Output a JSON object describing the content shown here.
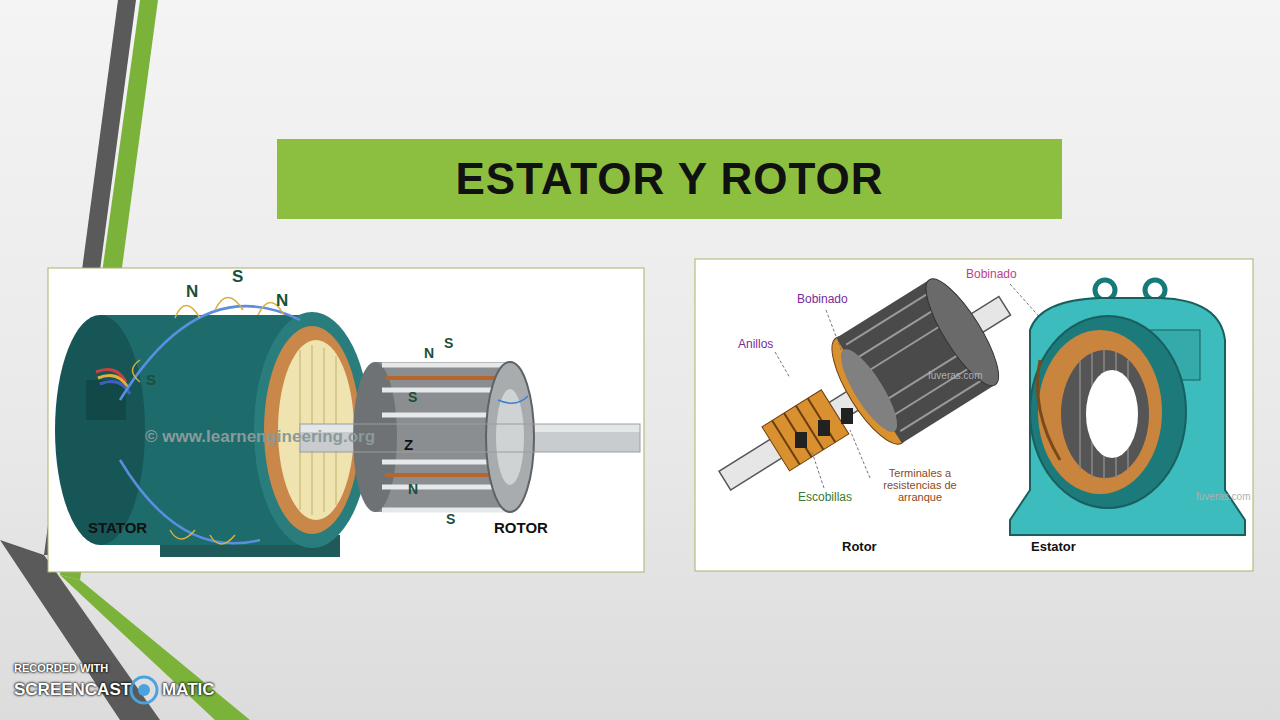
{
  "diagram": {
    "title": "ESTATOR Y ROTOR",
    "labels": [
      "N",
      "S",
      "N",
      "S",
      "STATOR",
      "ROTOR",
      "N",
      "S",
      "S",
      "Z",
      "N",
      "S",
      "© www.learnengineering.org",
      "Bobinado",
      "Anillos",
      "Escobillas",
      "Terminales a resistencias de arranque",
      "Rotor",
      "Bobinado",
      "Estator",
      "fuveras.com",
      "fuveras.com",
      "RECORDED WITH",
      "SCREENCAST",
      "MATIC"
    ]
  }
}
